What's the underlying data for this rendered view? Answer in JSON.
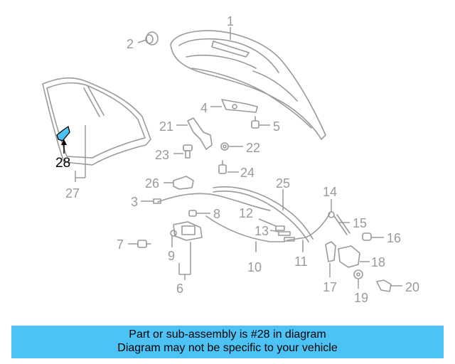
{
  "diagram": {
    "callouts": [
      "1",
      "2",
      "3",
      "4",
      "5",
      "6",
      "7",
      "8",
      "9",
      "10",
      "11",
      "12",
      "13",
      "14",
      "15",
      "16",
      "17",
      "18",
      "19",
      "20",
      "21",
      "22",
      "23",
      "24",
      "25",
      "26",
      "27",
      "28"
    ],
    "highlighted_part": "28",
    "highlight_color": "#4dc3f5",
    "line_color": "#9a9a9a"
  },
  "banner": {
    "line1": "Part or sub-assembly is #28 in diagram",
    "line2": "Diagram may not be specific to your vehicle",
    "background": "#4dc3f5"
  }
}
